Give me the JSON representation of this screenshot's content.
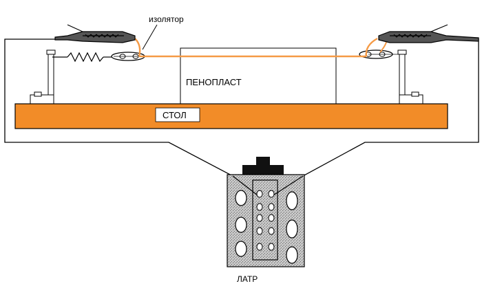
{
  "labels": {
    "insulator": "изолятор",
    "foam": "ПЕНОПЛАСТ",
    "table": "СТОЛ",
    "latr": "ЛАТР"
  },
  "colors": {
    "table_fill": "#f28c28",
    "wire": "#f59a45",
    "outline": "#000000",
    "knob": "#111111",
    "clip_body": "#555555"
  },
  "icons": {
    "left_clip": "alligator-clip-icon",
    "right_clip": "alligator-clip-icon",
    "spring": "spring-icon",
    "left_insulator": "insulator-icon",
    "right_insulator": "insulator-icon",
    "autotransformer": "variac-icon"
  }
}
